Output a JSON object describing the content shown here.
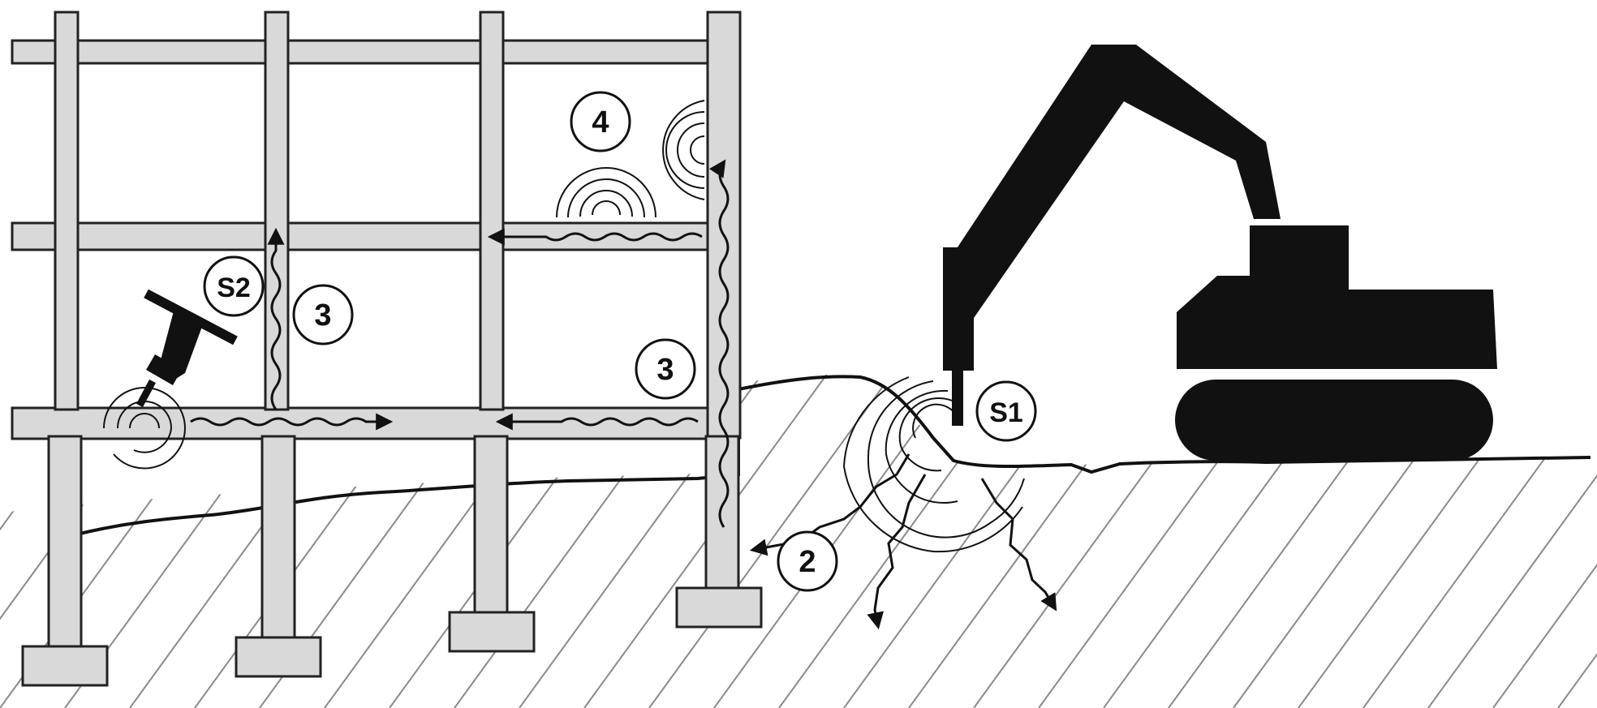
{
  "labels": {
    "source_1": "S1",
    "source_2": "S2",
    "path_2": "2",
    "path_3_a": "3",
    "path_3_b": "3",
    "receiver_4": "4"
  },
  "colors": {
    "ink": "#111111",
    "structure_fill": "#d9d9d9",
    "structure_stroke": "#222222",
    "soil_hatch": "#8a8a8a",
    "background": "#ffffff"
  },
  "icons": {
    "source_1": "excavator-breaker-icon",
    "source_2": "jackhammer-icon"
  }
}
